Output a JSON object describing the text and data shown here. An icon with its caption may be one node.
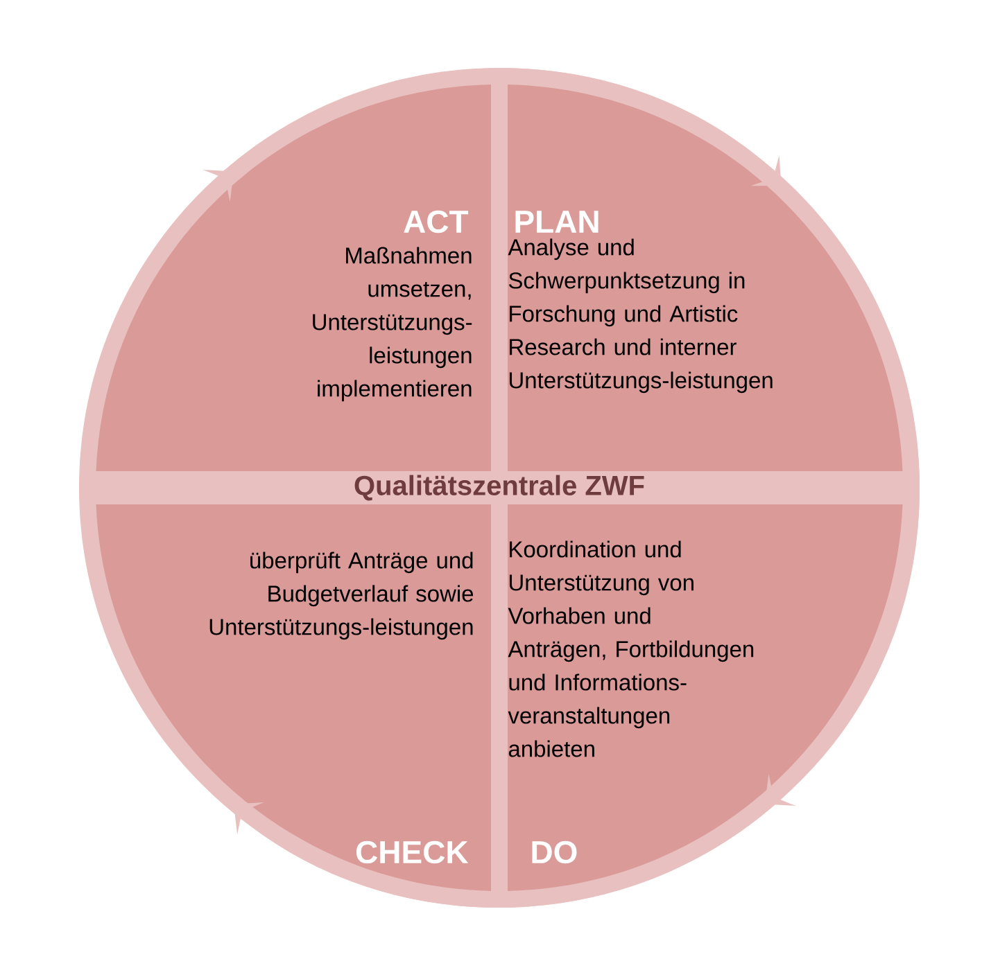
{
  "diagram": {
    "nodes": [
      {
        "text": [
          "ACT",
          "Maßnahmen umsetzen, Unterstützungs-leistungen implementieren"
        ]
      },
      {
        "text": [
          "PLAN",
          "Analyse und Schwerpunktsetzung in Forschung und Artistic Research und interner Unterstützungs-leistungen"
        ]
      },
      {
        "text": [
          "Qualitätszentrale  ZWF"
        ]
      },
      {
        "text": [
          "überprüft Anträge und Budgetverlauf sowie Unterstützungs-leistungen",
          "CHECK"
        ]
      },
      {
        "text": [
          "Koordination und Unterstützung von Vorhaben und Anträgen, Fortbildungen und Informations-veranstaltungen anbieten",
          "DO"
        ]
      }
    ],
    "edges": [
      {
        "from": 0,
        "to": 1,
        "arrow": "to"
      },
      {
        "from": 1,
        "to": 4,
        "arrow": "to"
      },
      {
        "from": 4,
        "to": 3,
        "arrow": "to"
      },
      {
        "from": 3,
        "to": 0,
        "arrow": "to"
      }
    ]
  }
}
